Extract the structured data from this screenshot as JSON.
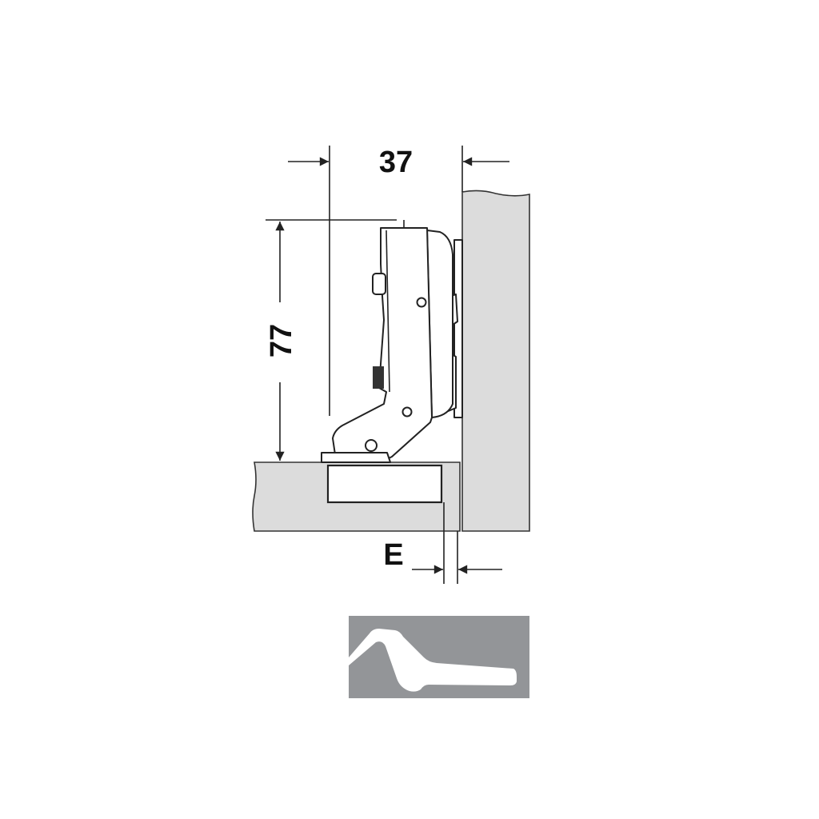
{
  "dimensions": {
    "width_label": "37",
    "height_label": "77",
    "overlay_label": "E"
  },
  "colors": {
    "panel": "#dcdcdc",
    "line": "#222222",
    "icon_background": "#939598",
    "icon_shape": "#ffffff"
  },
  "icon": {
    "name": "hinge-arm-profile-icon"
  }
}
